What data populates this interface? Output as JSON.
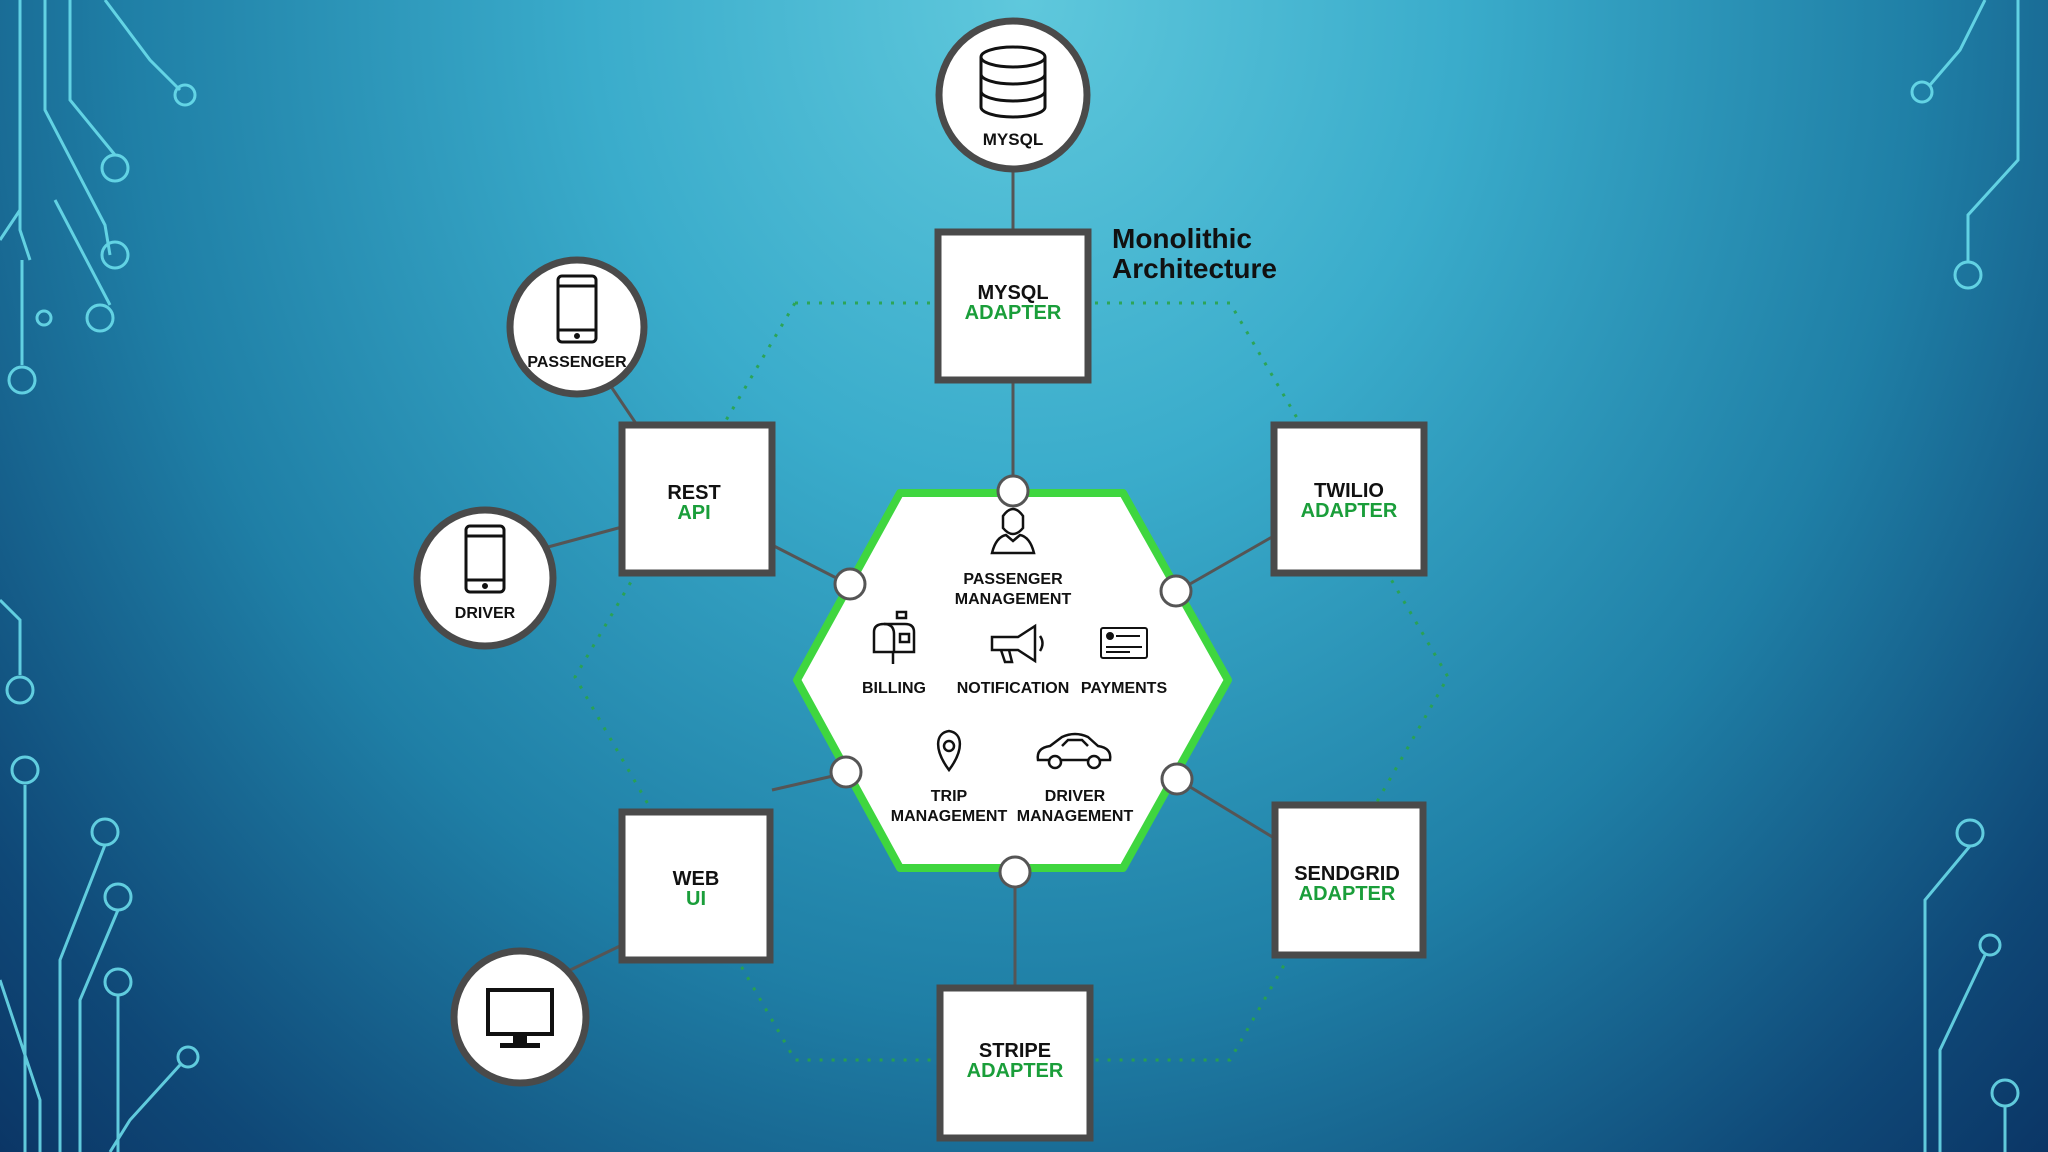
{
  "diagram": {
    "title_line1": "Monolithic",
    "title_line2": "Architecture",
    "colors": {
      "accent_green": "#1a9e3a",
      "hex_border": "#3fd63f",
      "box_border": "#4a4a4a"
    },
    "external_clients": [
      {
        "label": "MYSQL",
        "icon": "database-icon"
      },
      {
        "label": "PASSENGER",
        "icon": "phone-icon"
      },
      {
        "label": "DRIVER",
        "icon": "phone-icon"
      },
      {
        "label": "",
        "icon": "monitor-icon"
      }
    ],
    "adapters": {
      "mysql": {
        "line1": "MYSQL",
        "line2": "ADAPTER"
      },
      "rest": {
        "line1": "REST",
        "line2": "API"
      },
      "twilio": {
        "line1": "TWILIO",
        "line2": "ADAPTER"
      },
      "web": {
        "line1": "WEB",
        "line2": "UI"
      },
      "sendgrid": {
        "line1": "SENDGRID",
        "line2": "ADAPTER"
      },
      "stripe": {
        "line1": "STRIPE",
        "line2": "ADAPTER"
      }
    },
    "modules": {
      "passenger_mgmt": {
        "line1": "PASSENGER",
        "line2": "MANAGEMENT",
        "icon": "person-icon"
      },
      "billing": {
        "line1": "BILLING",
        "icon": "mailbox-icon"
      },
      "notification": {
        "line1": "NOTIFICATION",
        "icon": "megaphone-icon"
      },
      "payments": {
        "line1": "PAYMENTS",
        "icon": "card-icon"
      },
      "trip_mgmt": {
        "line1": "TRIP",
        "line2": "MANAGEMENT",
        "icon": "location-pin-icon"
      },
      "driver_mgmt": {
        "line1": "DRIVER",
        "line2": "MANAGEMENT",
        "icon": "car-icon"
      }
    }
  }
}
